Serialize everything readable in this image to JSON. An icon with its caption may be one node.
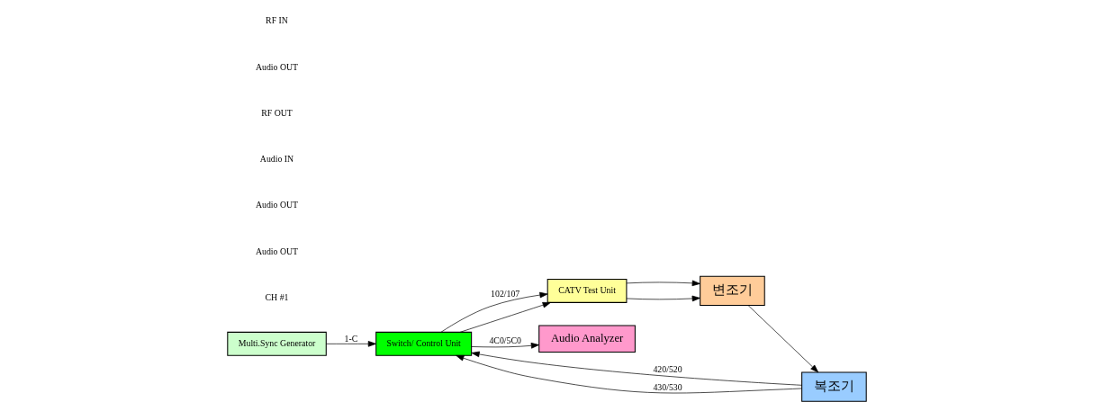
{
  "diagram": {
    "nodes": [
      {
        "text": [
          "Multi.Sync Generator"
        ]
      },
      {
        "text": [
          "Switch/ Control Unit"
        ]
      },
      {
        "text": [
          "CATV Test Unit"
        ]
      },
      {
        "text": [
          "변조기"
        ]
      },
      {
        "text": [
          "Audio Analyzer"
        ]
      },
      {
        "text": [
          "복조기"
        ]
      }
    ],
    "edges": [
      {
        "from": 0,
        "to": 1,
        "arrow": "to",
        "label": "1-C"
      },
      {
        "from": 1,
        "to": 2,
        "arrow": "to",
        "label": "102/107"
      },
      {
        "from": 1,
        "to": 2,
        "arrow": "to"
      },
      {
        "from": 2,
        "to": 3,
        "arrow": "to"
      },
      {
        "from": 2,
        "to": 3,
        "arrow": "to"
      },
      {
        "from": 1,
        "to": 4,
        "arrow": "to",
        "label": "4C0/5C0"
      },
      {
        "from": 3,
        "to": 5,
        "arrow": "to"
      },
      {
        "from": 5,
        "to": 1,
        "arrow": "to",
        "label": "420/520"
      },
      {
        "from": 5,
        "to": 1,
        "arrow": "to",
        "label": "430/530"
      }
    ],
    "labels": [
      "CH #1",
      "Audio OUT",
      "Audio OUT",
      "Audio IN",
      "RF OUT",
      "Audio OUT",
      "RF IN"
    ]
  }
}
